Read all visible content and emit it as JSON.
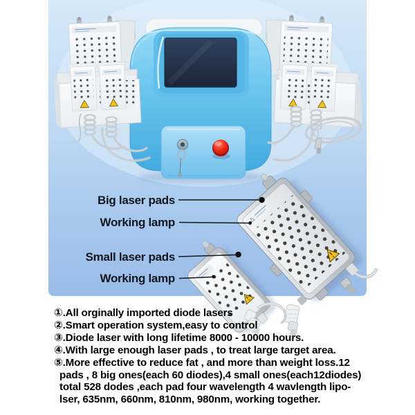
{
  "callouts": [
    {
      "label": "Big laser pads"
    },
    {
      "label": "Working lamp"
    },
    {
      "label": "Small laser pads"
    },
    {
      "label": "Working lamp"
    }
  ],
  "features": {
    "lines": [
      "①.All orginally imported diode lasers",
      "②.Smart operation system,easy to control",
      "③.Diode laser with long lifetime 8000 - 10000 hours.",
      "④.With large enough laser pads , to treat large target area.",
      "⑤.More effective to reduce fat , and more than weight loss.12",
      "pads , 8 big ones(each 60 diodes),4 small ones(each12diodes)",
      "total 528 dodes ,each pad four wavelength 4 wavlength lipo-",
      "lser, 635nm, 660nm, 810nm, 980nm, working together."
    ]
  },
  "colors": {
    "page_background": "#ffffff",
    "photo_blue_top": "#d5e8f8",
    "photo_blue_bottom": "#99bce8",
    "machine_blue": "#6ac4ee",
    "screen_navy": "#1b2639",
    "emergency_red": "#ea2c18",
    "warning_yellow": "#f2bf19",
    "pad_silver": "#d3d8dc",
    "text_dark": "#12161f"
  }
}
